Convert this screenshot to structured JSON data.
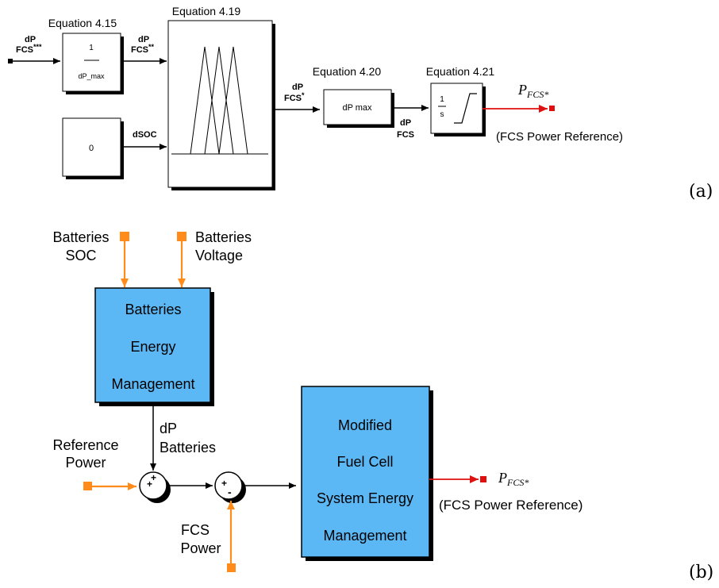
{
  "panel_a": {
    "tag": "(a)",
    "input": {
      "line1": "dP",
      "line2": "FCS",
      "sup": "***"
    },
    "gain_block": {
      "title": "Equation 4.15",
      "numerator": "1",
      "denominator": "dP_max"
    },
    "sig1": {
      "line1": "dP",
      "line2": "FCS",
      "sup": "**"
    },
    "const_block": {
      "value": "0"
    },
    "dsoc_label": "dSOC",
    "fuzzy_block": {
      "title": "Equation 4.19"
    },
    "sig2": {
      "line1": "dP",
      "line2": "FCS",
      "sup": "*"
    },
    "dpmax_block": {
      "title": "Equation 4.20",
      "label": "dP max"
    },
    "sig3": {
      "line1": "dP",
      "line2": "FCS"
    },
    "integrator_block": {
      "title": "Equation 4.21",
      "numerator": "1",
      "denominator": "s"
    },
    "output": {
      "symbol": "P",
      "subscript": "FCS*",
      "caption": "(FCS Power Reference)"
    }
  },
  "panel_b": {
    "tag": "(b)",
    "in_soc": {
      "line1": "Batteries",
      "line2": "SOC"
    },
    "in_voltage": {
      "line1": "Batteries",
      "line2": "Voltage"
    },
    "bem_block": {
      "line1": "Batteries",
      "line2": "Energy",
      "line3": "Management"
    },
    "dp_batteries": {
      "line1": "dP",
      "line2": "Batteries"
    },
    "ref_power": {
      "line1": "Reference",
      "line2": "Power"
    },
    "sum1_signs": {
      "a": "+",
      "b": "+"
    },
    "sum2_signs": {
      "a": "+",
      "b": "-"
    },
    "fcs_power": {
      "line1": "FCS",
      "line2": "Power"
    },
    "mfc_block": {
      "line1": "Modified",
      "line2": "Fuel Cell",
      "line3": "System Energy",
      "line4": "Management"
    },
    "output": {
      "symbol": "P",
      "subscript": "FCS*",
      "caption": "(FCS Power Reference)"
    }
  },
  "colors": {
    "block_fill": "#5bb8f5",
    "orange": "#ff8c1a",
    "red": "#e01010",
    "line": "#000000"
  }
}
